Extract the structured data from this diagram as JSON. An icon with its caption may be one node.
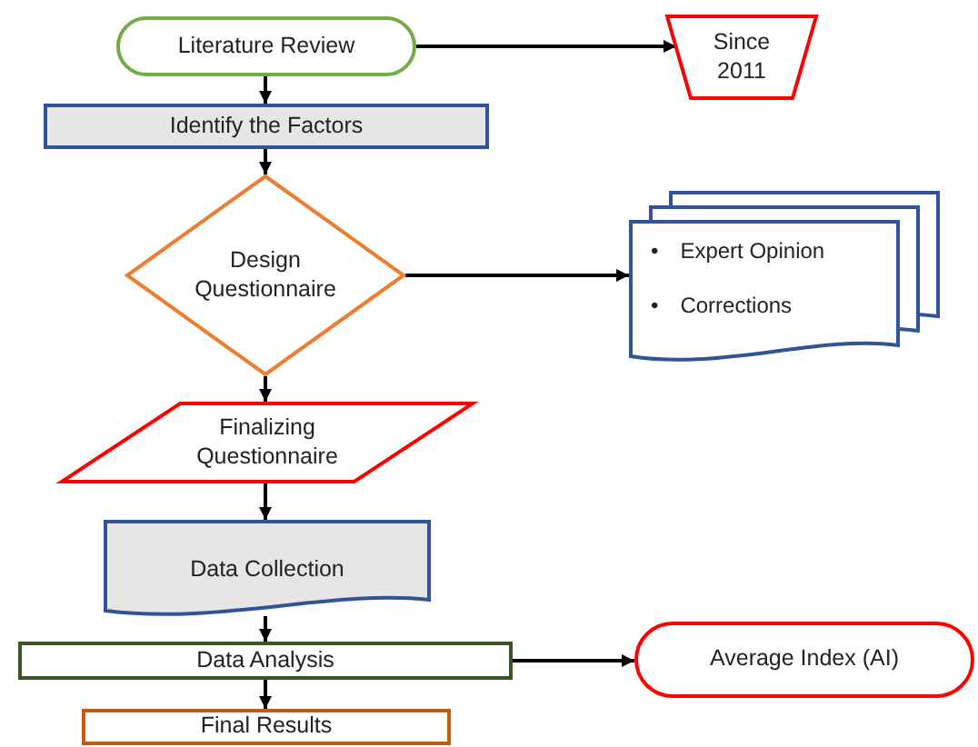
{
  "diagram": {
    "nodes": [
      {
        "text": [
          "Literature Review"
        ]
      },
      {
        "text": [
          "Since 2011"
        ]
      },
      {
        "text": [
          "Identify the Factors"
        ]
      },
      {
        "text": [
          "Design Questionnaire"
        ]
      },
      {
        "text": [
          "•",
          "Expert Opinion",
          "•",
          "Corrections"
        ]
      },
      {
        "text": [
          "Finalizing Questionnaire"
        ]
      },
      {
        "text": [
          "Data Collection"
        ]
      },
      {
        "text": [
          "Data Analysis"
        ]
      },
      {
        "text": [
          "Average Index (AI)"
        ]
      },
      {
        "text": [
          "Final Results"
        ]
      }
    ],
    "edges": [
      {
        "from": 0,
        "to": 1,
        "arrow": "to"
      },
      {
        "from": 0,
        "to": 2,
        "arrow": "to"
      },
      {
        "from": 2,
        "to": 3,
        "arrow": "to"
      },
      {
        "from": 3,
        "to": 4,
        "arrow": "to"
      },
      {
        "from": 3,
        "to": 5,
        "arrow": "to"
      },
      {
        "from": 5,
        "to": 6,
        "arrow": "to"
      },
      {
        "from": 6,
        "to": 7,
        "arrow": "to"
      },
      {
        "from": 7,
        "to": 8,
        "arrow": "to"
      },
      {
        "from": 7,
        "to": 9,
        "arrow": "to"
      }
    ]
  }
}
